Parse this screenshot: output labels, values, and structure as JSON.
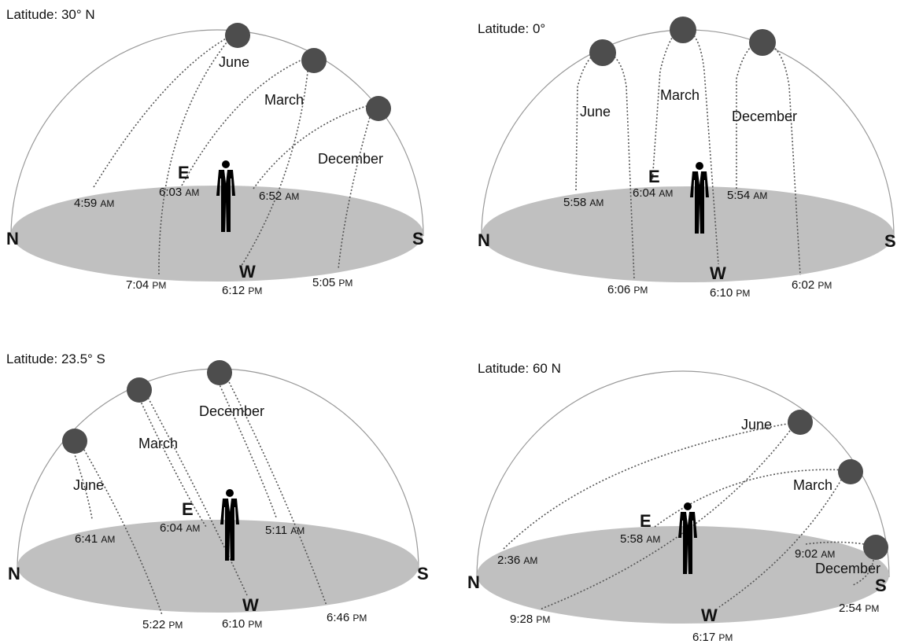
{
  "panels": [
    {
      "title": "Latitude: 30° N",
      "compass": {
        "north": "N",
        "south": "S",
        "east": "E",
        "west": "W"
      },
      "months": [
        "June",
        "March",
        "December"
      ],
      "sunrise": [
        "4:59",
        "6:03",
        "6:52"
      ],
      "sunset": [
        "7:04",
        "6:12",
        "5:05"
      ]
    },
    {
      "title": "Latitude: 0°",
      "compass": {
        "north": "N",
        "south": "S",
        "east": "E",
        "west": "W"
      },
      "months": [
        "June",
        "March",
        "December"
      ],
      "sunrise": [
        "5:58",
        "6:04",
        "5:54"
      ],
      "sunset": [
        "6:06",
        "6:10",
        "6:02"
      ]
    },
    {
      "title": "Latitude: 23.5° S",
      "compass": {
        "north": "N",
        "south": "S",
        "east": "E",
        "west": "W"
      },
      "months": [
        "June",
        "March",
        "December"
      ],
      "sunrise": [
        "6:41",
        "6:04",
        "5:11"
      ],
      "sunset": [
        "5:22",
        "6:10",
        "6:46"
      ]
    },
    {
      "title": "Latitude: 60 N",
      "compass": {
        "north": "N",
        "south": "S",
        "east": "E",
        "west": "W"
      },
      "months": [
        "June",
        "March",
        "December"
      ],
      "sunrise": [
        "2:36",
        "5:58",
        "9:02"
      ],
      "sunset": [
        "9:28",
        "6:17",
        "2:54"
      ]
    }
  ],
  "am_suffix": "AM",
  "pm_suffix": "PM",
  "colors": {
    "ground": "#c0c0c0",
    "sun": "#4d4d4d",
    "dome": "#999999",
    "path": "#555555",
    "person": "#000000"
  },
  "icons": {
    "sun": "sun-disc",
    "observer": "person-in-suit-icon"
  }
}
